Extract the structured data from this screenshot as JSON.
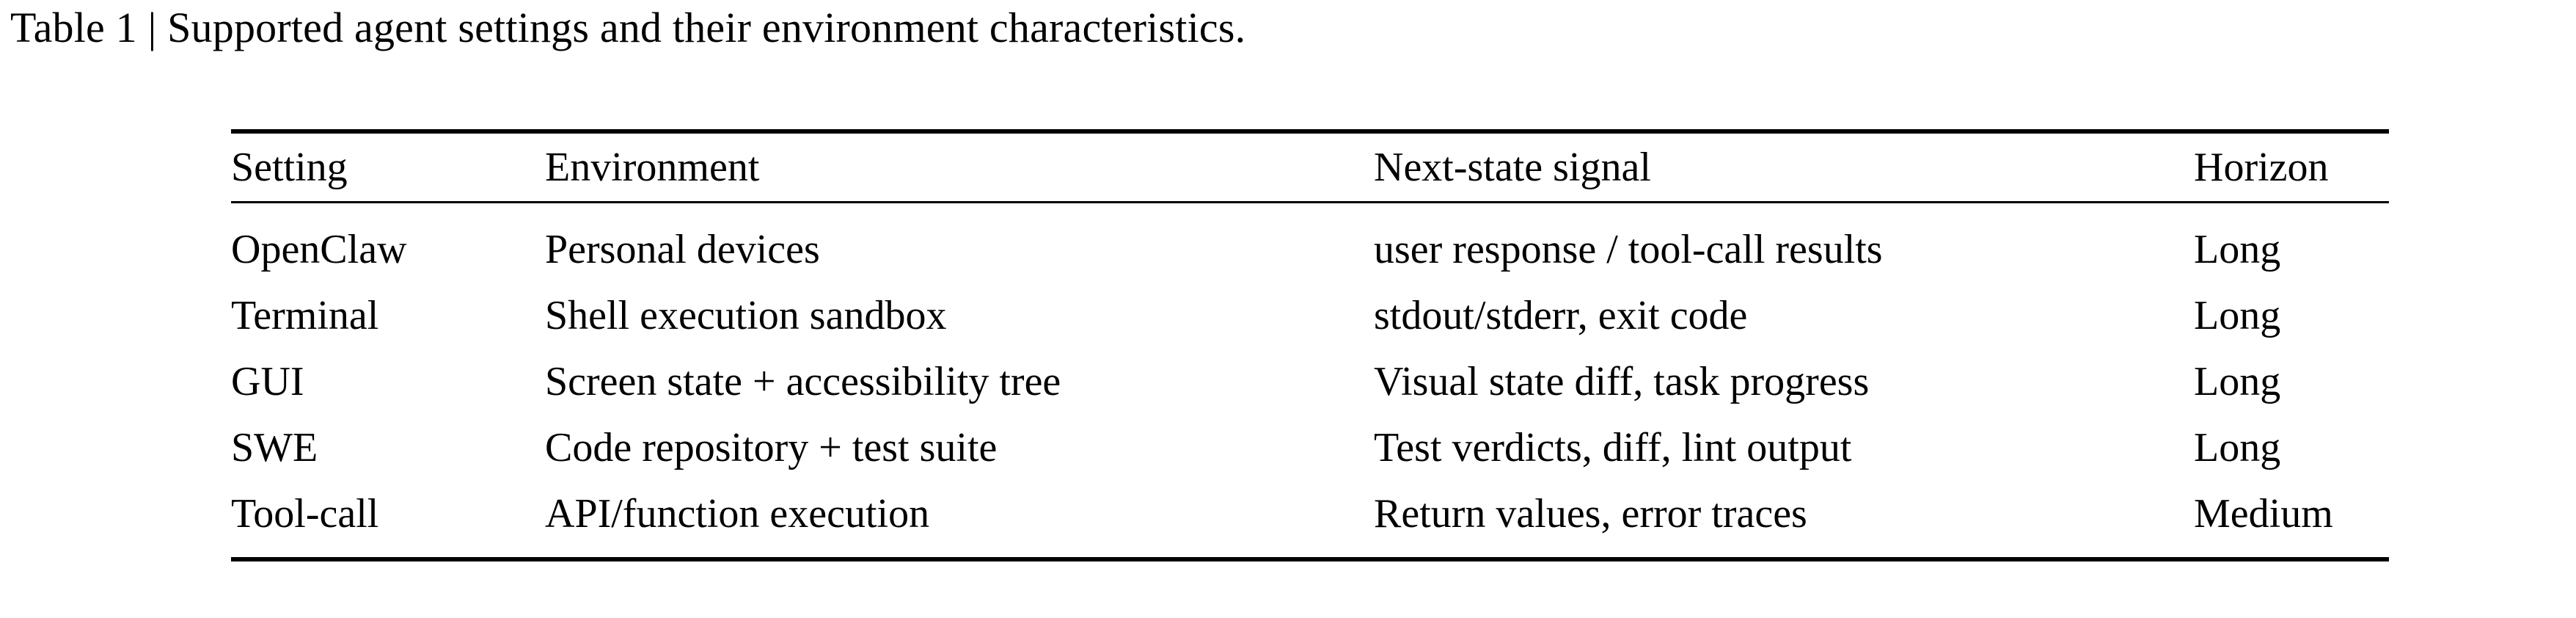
{
  "caption": {
    "label": "Table 1",
    "separator": "|",
    "text": "Table 1 | Supported agent settings and their environment characteristics."
  },
  "table": {
    "columns": [
      "Setting",
      "Environment",
      "Next-state signal",
      "Horizon"
    ],
    "rows": [
      {
        "setting": "OpenClaw",
        "environment": "Personal devices",
        "next_state_signal": "user response / tool-call results",
        "horizon": "Long"
      },
      {
        "setting": "Terminal",
        "environment": "Shell execution sandbox",
        "next_state_signal": "stdout/stderr, exit code",
        "horizon": "Long"
      },
      {
        "setting": "GUI",
        "environment": "Screen state + accessibility tree",
        "next_state_signal": "Visual state diff, task progress",
        "horizon": "Long"
      },
      {
        "setting": "SWE",
        "environment": "Code repository + test suite",
        "next_state_signal": "Test verdicts, diff, lint output",
        "horizon": "Long"
      },
      {
        "setting": "Tool-call",
        "environment": "API/function execution",
        "next_state_signal": "Return values, error traces",
        "horizon": "Medium"
      }
    ]
  },
  "style": {
    "text_color": "#000000",
    "background_color": "#ffffff",
    "rule_color": "#000000"
  }
}
